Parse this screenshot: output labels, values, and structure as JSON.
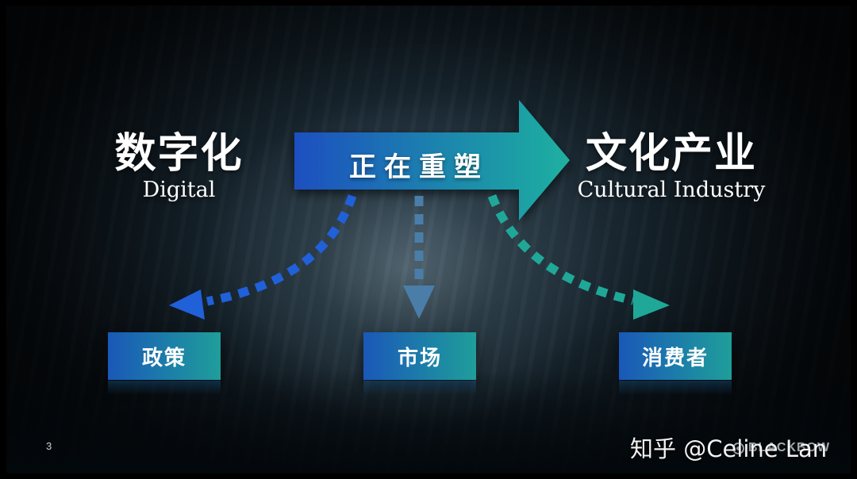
{
  "left_title": {
    "zh": "数字化",
    "en": "Digital"
  },
  "main_arrow": {
    "label": "正在重塑"
  },
  "right_title": {
    "zh": "文化产业",
    "en": "Cultural Industry"
  },
  "boxes": [
    {
      "label": "政策"
    },
    {
      "label": "市场"
    },
    {
      "label": "消费者"
    }
  ],
  "page_number": "3",
  "brand": "BLACKBOW",
  "watermark": "知乎 @Celine Lan",
  "colors": {
    "arrow_start": "#1a4fc0",
    "arrow_end": "#20b0a0",
    "dotted_left": "#2060d8",
    "dotted_middle": "#4a7ea8",
    "dotted_right": "#1fa898",
    "box_start": "#1a58b8",
    "box_end": "#1f9e9a"
  }
}
